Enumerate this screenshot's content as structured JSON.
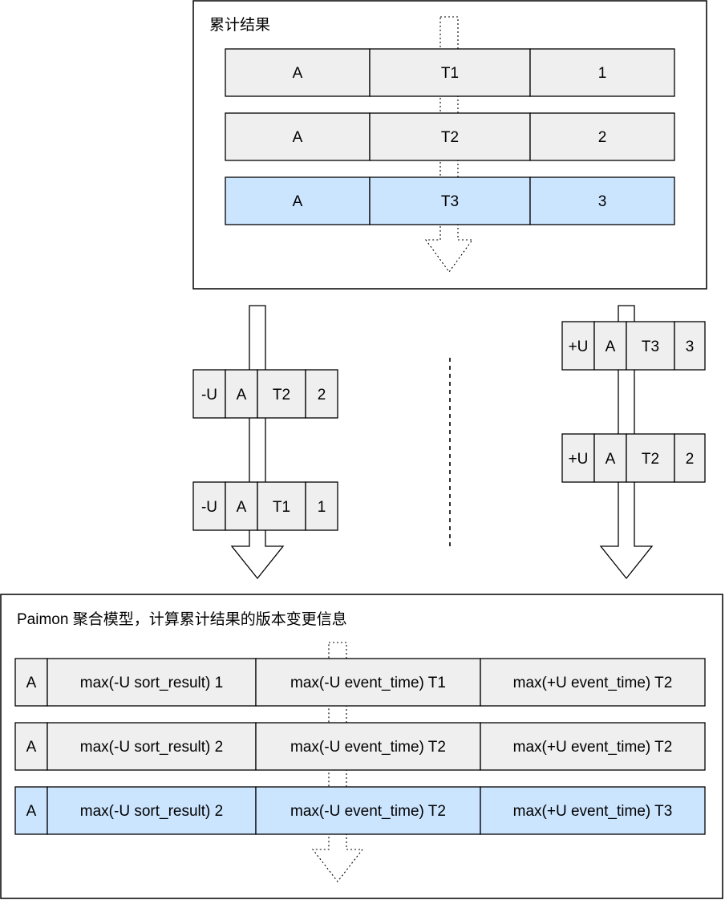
{
  "top_panel": {
    "title": "累计结果",
    "rows": [
      {
        "cells": [
          "A",
          "T1",
          "1"
        ],
        "highlight": false
      },
      {
        "cells": [
          "A",
          "T2",
          "2"
        ],
        "highlight": false
      },
      {
        "cells": [
          "A",
          "T3",
          "3"
        ],
        "highlight": true
      }
    ]
  },
  "left_stream": {
    "records": [
      [
        "-U",
        "A",
        "T2",
        "2"
      ],
      [
        "-U",
        "A",
        "T1",
        "1"
      ]
    ]
  },
  "right_stream": {
    "records": [
      [
        "+U",
        "A",
        "T3",
        "3"
      ],
      [
        "+U",
        "A",
        "T2",
        "2"
      ]
    ]
  },
  "bottom_panel": {
    "title": "Paimon 聚合模型，计算累计结果的版本变更信息",
    "rows": [
      {
        "cells": [
          "A",
          "max(-U sort_result) 1",
          "max(-U event_time) T1",
          "max(+U event_time) T2"
        ],
        "highlight": false
      },
      {
        "cells": [
          "A",
          "max(-U sort_result) 2",
          "max(-U event_time) T2",
          "max(+U event_time) T2"
        ],
        "highlight": false
      },
      {
        "cells": [
          "A",
          "max(-U sort_result) 2",
          "max(-U event_time) T2",
          "max(+U event_time) T3"
        ],
        "highlight": true
      }
    ]
  },
  "colors": {
    "cell_grey": "#efefef",
    "cell_highlight": "#cce5ff",
    "stroke": "#000000"
  }
}
